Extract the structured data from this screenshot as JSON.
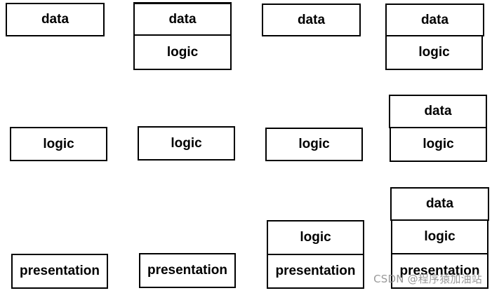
{
  "labels": {
    "data": "data",
    "logic": "logic",
    "presentation": "presentation"
  },
  "watermark": "CSDN @程序猿加油站"
}
